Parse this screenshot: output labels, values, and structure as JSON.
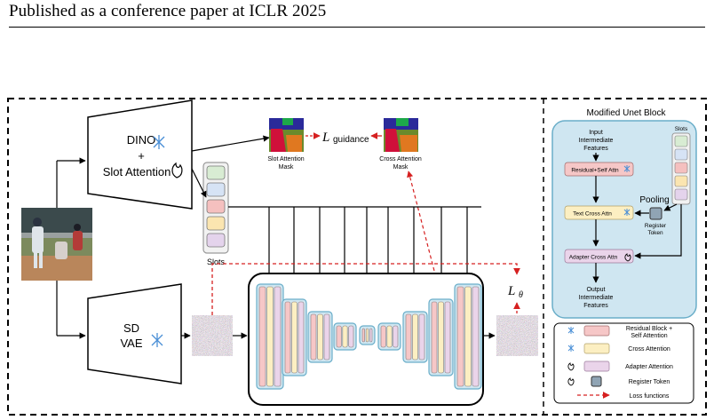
{
  "header": {
    "text": "Published as a conference paper at ICLR 2025"
  },
  "figure": {
    "encoder_dino": {
      "line1": "DINO",
      "line2": "+",
      "line3": "Slot Attention"
    },
    "encoder_vae": {
      "line1": "SD",
      "line2": "VAE"
    },
    "slots_label": "Slots",
    "slot_mask_label": {
      "line1": "Slot Attention",
      "line2": "Mask"
    },
    "cross_mask_label": {
      "line1": "Cross Attention",
      "line2": "Mask"
    },
    "loss_guidance": {
      "main": "L",
      "sub": "guidance"
    },
    "loss_theta": {
      "main": "L",
      "sub": "θ"
    },
    "slot_colors": [
      "#d8ecd3",
      "#d6e3f5",
      "#f5c0bf",
      "#fbe5b0",
      "#e4d3ec"
    ],
    "colors": {
      "residual": "#f6c7c7",
      "cross": "#fcefc2",
      "adapter": "#ead4ea",
      "register": "#90a4b4",
      "panel_bg": "#cfe6f1",
      "panel_border": "#6aaec9",
      "loss": "#d62020"
    }
  },
  "panel": {
    "title": "Modified Unet Block",
    "input": {
      "line1": "Input",
      "line2": "Intermediate",
      "line3": "Features"
    },
    "slots_label": "Slots",
    "residual_box": "Residual+Self Attn",
    "text_cross_box": "Text Cross Attn",
    "adapter_box": "Adapter Cross Attn",
    "pooling": "Pooling",
    "register": {
      "line1": "Register",
      "line2": "Token"
    },
    "output": {
      "line1": "Output",
      "line2": "Intermediate",
      "line3": "Features"
    }
  },
  "legend": {
    "items": [
      {
        "line1": "Residual Block +",
        "line2": "Self Attention"
      },
      {
        "line1": "Cross Attention"
      },
      {
        "line1": "Adapter Attention"
      },
      {
        "line1": "Register Token"
      },
      {
        "line1": "Loss functions"
      }
    ]
  }
}
